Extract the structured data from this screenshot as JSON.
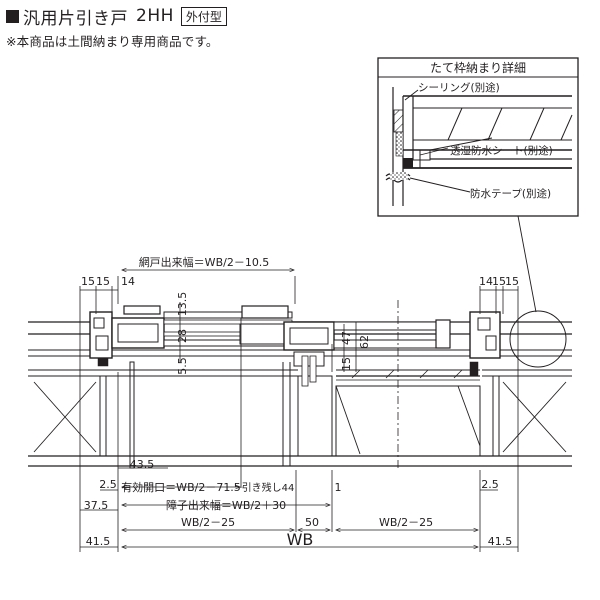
{
  "header": {
    "title": "汎用片引き戸",
    "model": "2HH",
    "badge": "外付型",
    "notice": "※本商品は土間納まり専用商品です。"
  },
  "detail": {
    "title": "たて枠納まり詳細",
    "callouts": {
      "sealing": "シーリング(別途)",
      "moisture_sheet": "透湿防水シート(別途)",
      "waterproof_tape": "防水テープ(別途)"
    }
  },
  "dimensions": {
    "screen_width": "網戸出来幅＝WB/2－10.5",
    "effective_opening": "有効開口＝WB/2－71.5",
    "pull_back": "引き残し44",
    "lattice_width": "障子出来幅＝WB/2＋30",
    "wb": "WB",
    "wb_half_left": "WB/2－25",
    "wb_half_right": "WB/2－25",
    "gap_50": "50",
    "left_top_1": "15",
    "left_top_2": "15",
    "left_top_3": "14",
    "right_top_1": "14",
    "right_top_2": "15",
    "right_top_3": "15",
    "v_13_5": "13.5",
    "v_28": "28",
    "v_5_5": "5.5",
    "v_47": "47",
    "v_62": "62",
    "v_15": "15",
    "d_43_5": "43.5",
    "d_2_5_left": "2.5",
    "d_2_5_right": "2.5",
    "d_1": "1",
    "d_37_5": "37.5",
    "d_41_5_left": "41.5",
    "d_41_5_right": "41.5"
  }
}
